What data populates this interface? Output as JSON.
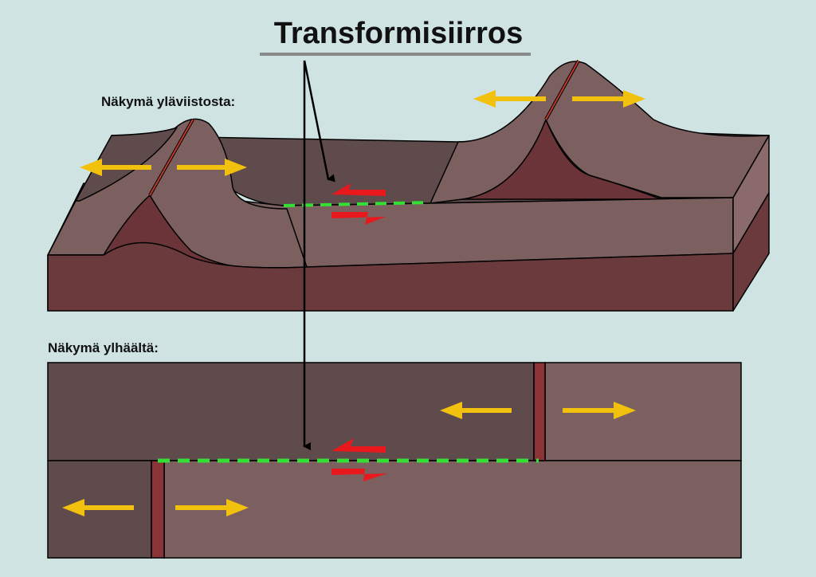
{
  "title": "Transformisiirros",
  "labels": {
    "oblique_view": "Näkymä yläviistosta:",
    "top_view": "Näkymä ylhäältä:"
  },
  "colors": {
    "background": "#cfe3e3",
    "plate_dark": "#5f4b4b",
    "plate_light": "#7c5f5f",
    "block_side": "#6a3a3c",
    "ridge_core": "#6b3438",
    "ridge_red": "#c0392b",
    "fault_line": "#33e033",
    "spreading_arrow": "#f2c10d",
    "shear_arrow": "#e8181c",
    "title_underline": "#8a8a8a"
  },
  "icons": {
    "spreading": "arrow-yellow-icon",
    "shear": "half-arrow-red-icon"
  }
}
